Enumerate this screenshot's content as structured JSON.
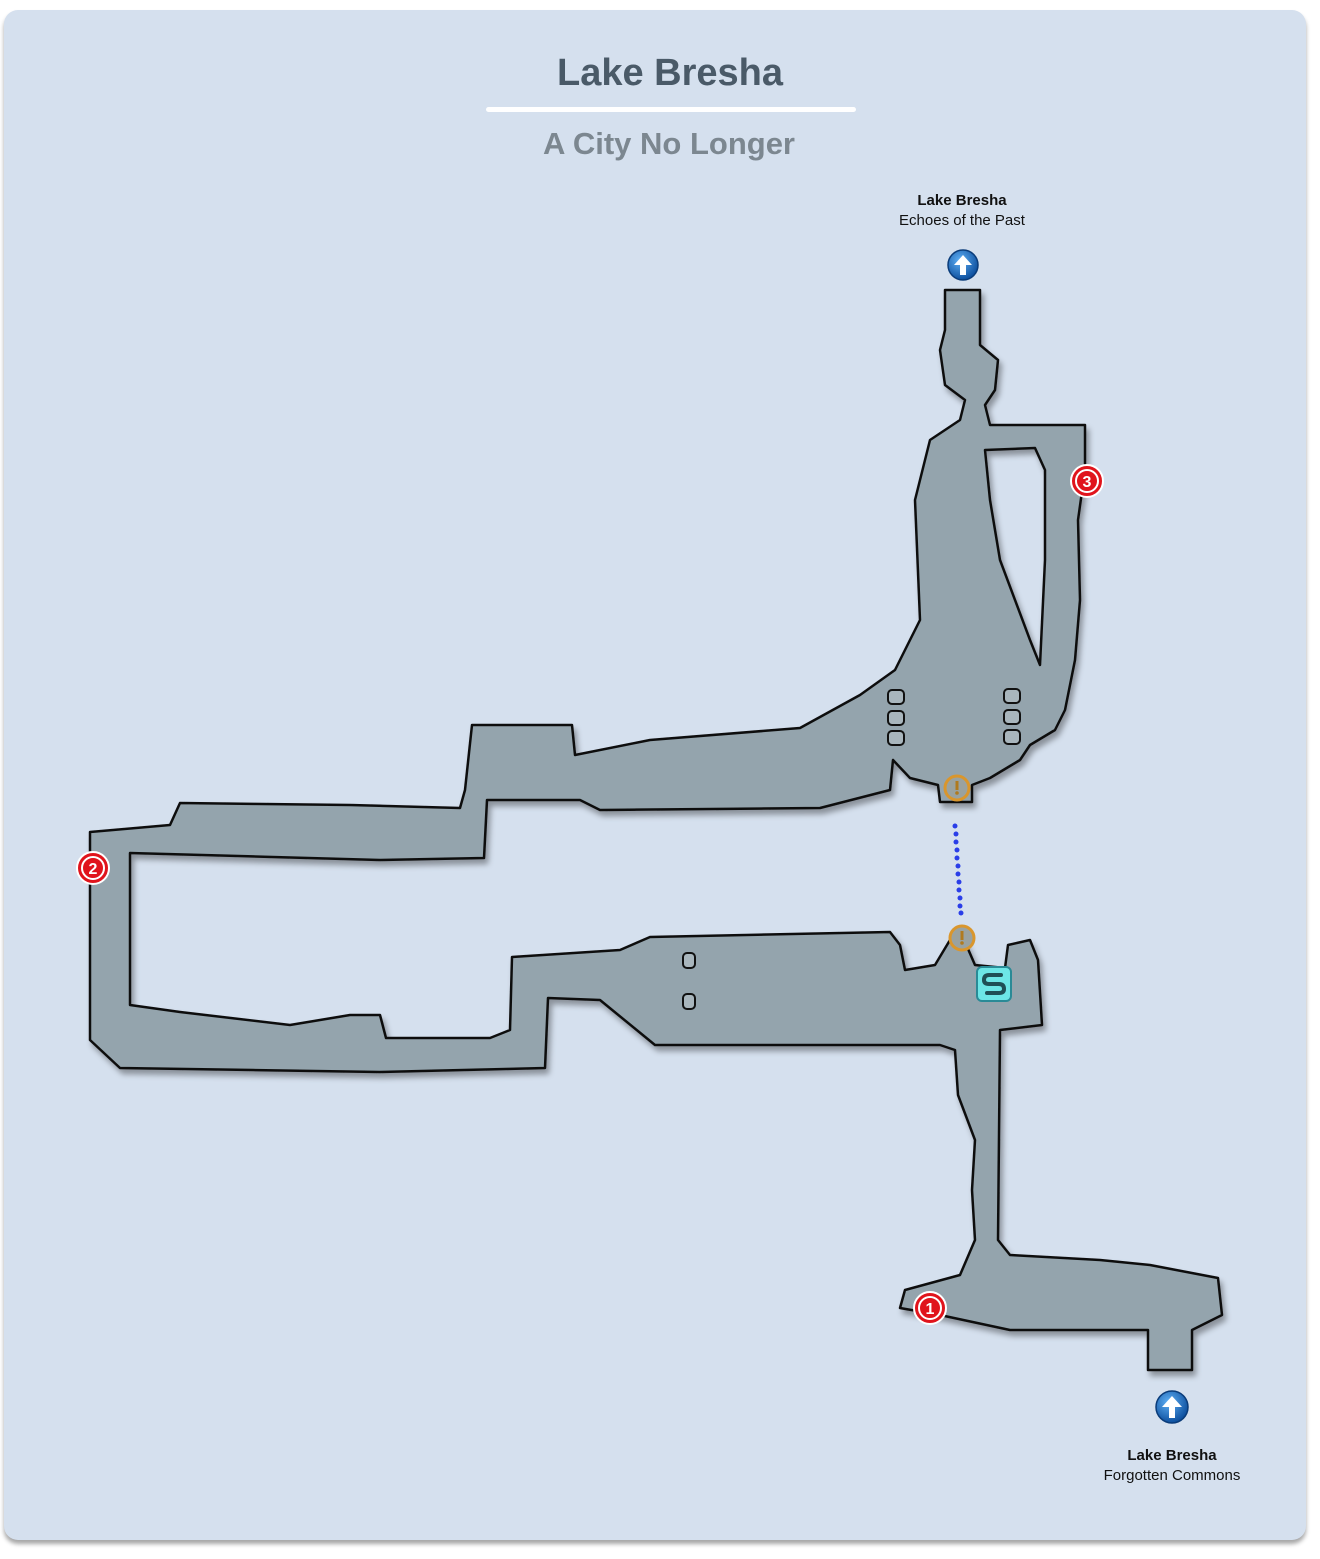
{
  "title": "Lake Bresha",
  "subtitle": "A City No Longer",
  "exits": [
    {
      "area": "Lake Bresha",
      "name": "Echoes of the Past",
      "icon": "up-arrow-exit-icon"
    },
    {
      "area": "Lake Bresha",
      "name": "Forgotten Commons",
      "icon": "up-arrow-exit-icon"
    }
  ],
  "markers": [
    {
      "label": "1",
      "type": "numbered-waypoint"
    },
    {
      "label": "2",
      "type": "numbered-waypoint"
    },
    {
      "label": "3",
      "type": "numbered-waypoint"
    }
  ],
  "colors": {
    "background": "#d5e0ee",
    "floor": "#94a4ad",
    "waypoint": "#e0141c",
    "exit": "#1a6fc4",
    "alert": "#e0a030",
    "save": "#6de6e6",
    "path": "#2a3ee8"
  }
}
